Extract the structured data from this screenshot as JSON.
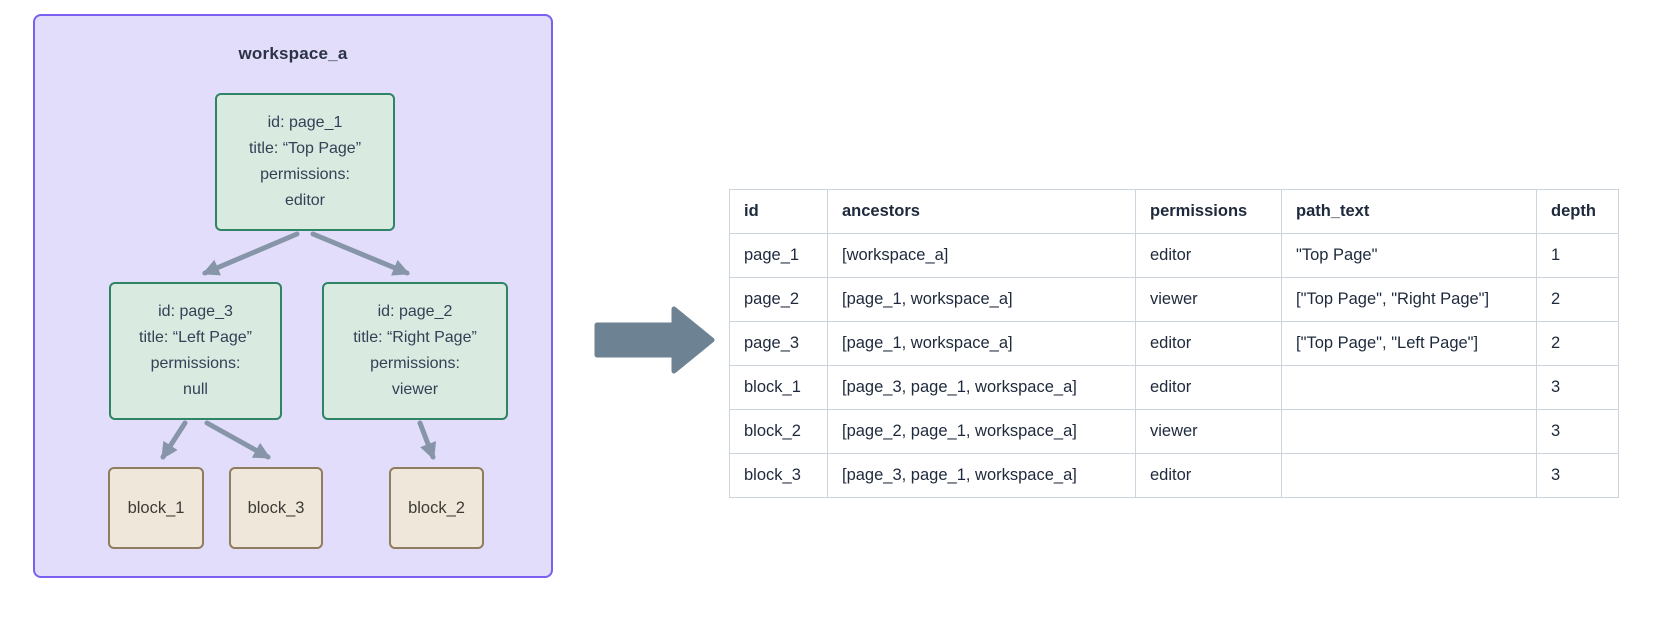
{
  "diagram": {
    "workspace_label": "workspace_a",
    "nodes": {
      "page_1": {
        "lines": [
          "id: page_1",
          "title: “Top Page”",
          "permissions:",
          "editor"
        ]
      },
      "page_3": {
        "lines": [
          "id: page_3",
          "title: “Left Page”",
          "permissions:",
          "null"
        ]
      },
      "page_2": {
        "lines": [
          "id: page_2",
          "title: “Right Page”",
          "permissions:",
          "viewer"
        ]
      },
      "block_1": {
        "label": "block_1"
      },
      "block_3": {
        "label": "block_3"
      },
      "block_2": {
        "label": "block_2"
      }
    },
    "colors": {
      "workspace_fill": "#e2ddfa",
      "workspace_border": "#7b5ff0",
      "page_fill": "#d9eae1",
      "page_border": "#2f8465",
      "block_fill": "#efe8da",
      "block_border": "#8e7d5e",
      "tree_arrow": "#8695a8",
      "flow_arrow": "#6d8292"
    }
  },
  "table": {
    "headers": [
      "id",
      "ancestors",
      "permissions",
      "path_text",
      "depth"
    ],
    "rows": [
      [
        "page_1",
        "[workspace_a]",
        "editor",
        "\"Top Page\"",
        "1"
      ],
      [
        "page_2",
        "[page_1, workspace_a]",
        "viewer",
        "[\"Top Page\", \"Right Page\"]",
        "2"
      ],
      [
        "page_3",
        "[page_1, workspace_a]",
        "editor",
        "[\"Top Page\", \"Left Page\"]",
        "2"
      ],
      [
        "block_1",
        "[page_3, page_1, workspace_a]",
        "editor",
        "",
        "3"
      ],
      [
        "block_2",
        "[page_2, page_1, workspace_a]",
        "viewer",
        "",
        "3"
      ],
      [
        "block_3",
        "[page_3, page_1, workspace_a]",
        "editor",
        "",
        "3"
      ]
    ]
  }
}
